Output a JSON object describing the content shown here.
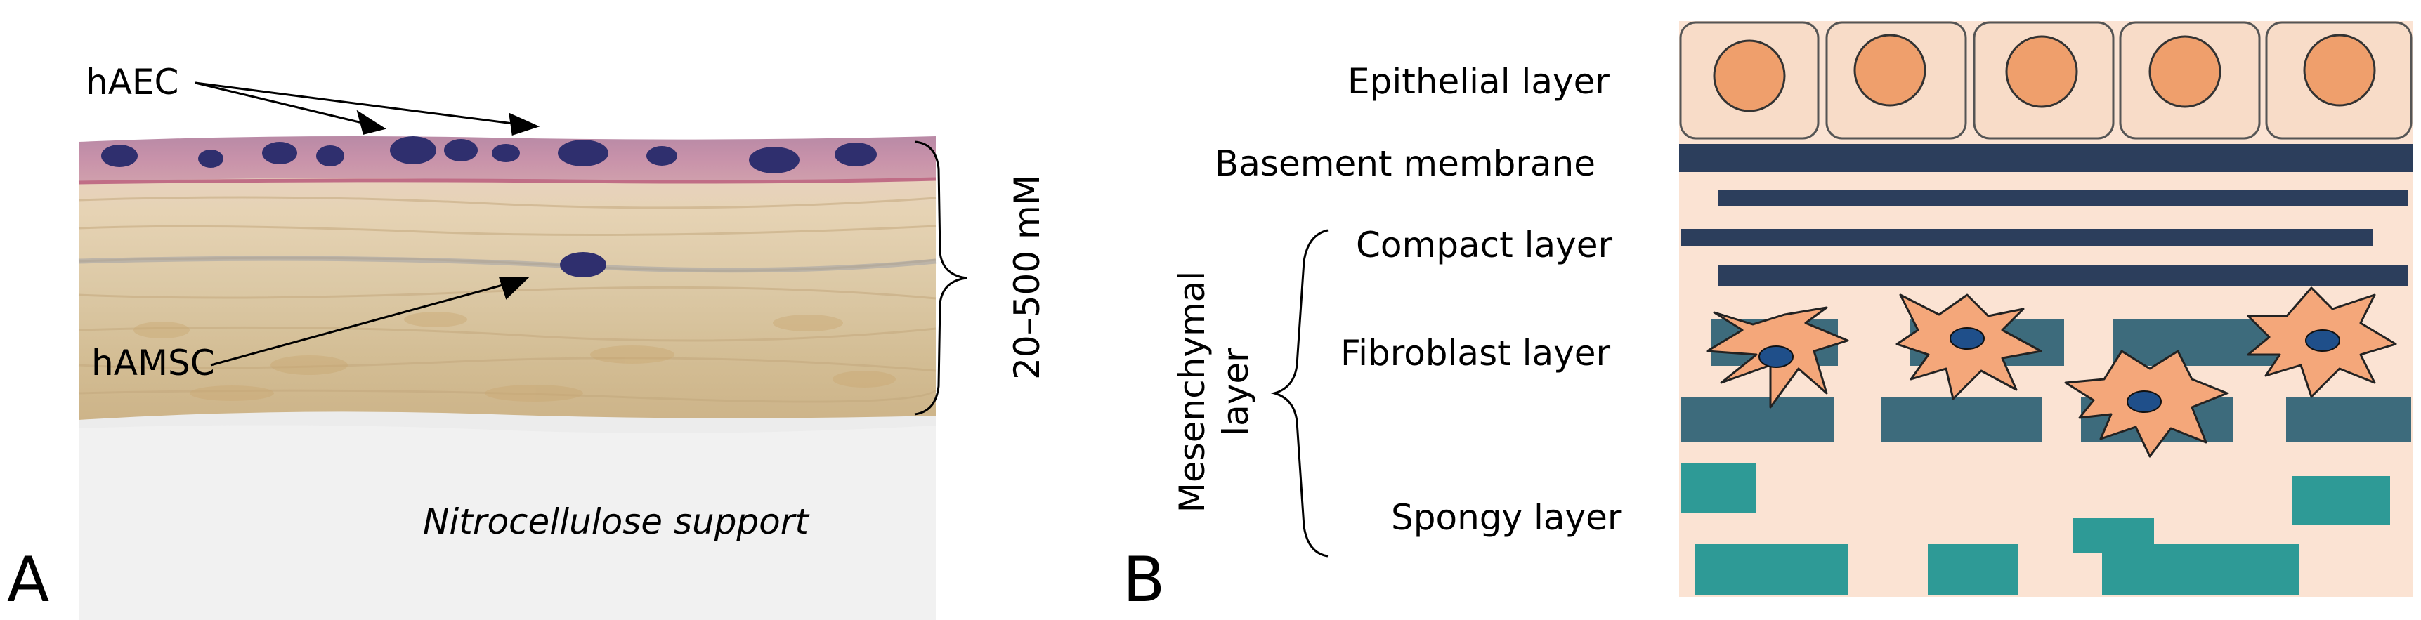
{
  "panel_a": {
    "letter": "A",
    "label_haec": "hAEC",
    "label_hamsc": "hAMSC",
    "label_thickness": "20–500 mM",
    "label_support": "Nitrocellulose support"
  },
  "panel_b": {
    "letter": "B",
    "label_epithelial": "Epithelial layer",
    "label_basement": "Basement membrane",
    "label_compact": "Compact layer",
    "label_fibroblast": "Fibroblast layer",
    "label_spongy": "Spongy layer",
    "label_mesenchymal_line1": "Mesenchymal",
    "label_mesenchymal_line2": "layer"
  },
  "colors": {
    "epithelium_pink": "#c98fa8",
    "nucleus_dark": "#2f2f6e",
    "stroma_tan": "#d8c8a8",
    "support_grey": "#eeeeee",
    "cell_fill": "#f8dcc8",
    "nucleus_orange": "#ef9f6c",
    "membrane_navy": "#2c3e5c",
    "fibroblast_teal": "#3d6b7c",
    "spongy_teal": "#2e9a96",
    "background_peach": "#fbe3d3"
  }
}
